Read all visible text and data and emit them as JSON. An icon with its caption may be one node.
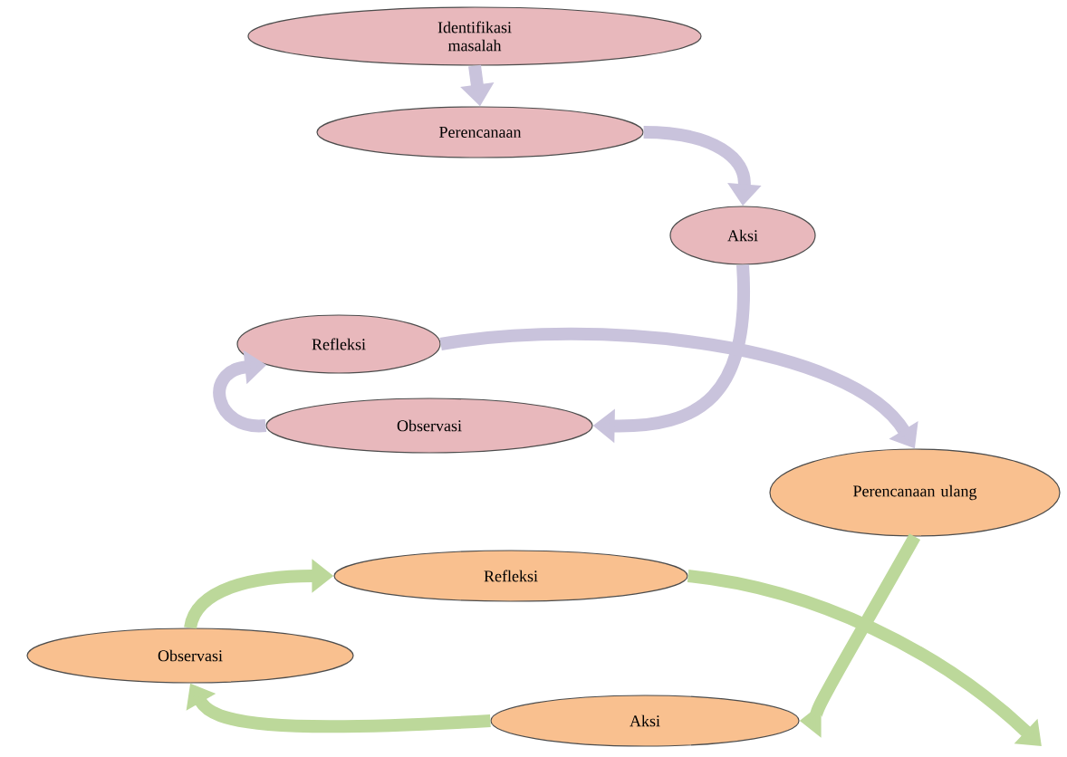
{
  "diagram": {
    "nodes": [
      {
        "text": [
          "Identifikasi masalah"
        ]
      },
      {
        "text": [
          "Perencanaan"
        ]
      },
      {
        "text": [
          "Aksi"
        ]
      },
      {
        "text": [
          "Refleksi"
        ]
      },
      {
        "text": [
          "Observasi"
        ]
      },
      {
        "text": [
          "Perencanaan ulang"
        ]
      },
      {
        "text": [
          "Refleksi"
        ]
      },
      {
        "text": [
          "Observasi"
        ]
      },
      {
        "text": [
          "Aksi"
        ]
      }
    ],
    "edges": [
      {
        "from": 0,
        "to": 1,
        "arrow": "to",
        "color": "#c9c3dc"
      },
      {
        "from": 1,
        "to": 2,
        "arrow": "to",
        "color": "#c9c3dc"
      },
      {
        "from": 2,
        "to": 4,
        "arrow": "to",
        "color": "#c9c3dc"
      },
      {
        "from": 4,
        "to": 3,
        "arrow": "to",
        "color": "#c9c3dc"
      },
      {
        "from": 3,
        "to": 5,
        "arrow": "to",
        "color": "#c9c3dc"
      },
      {
        "from": 5,
        "to": 8,
        "arrow": "to",
        "color": "#bcd89a"
      },
      {
        "from": 8,
        "to": 7,
        "arrow": "to",
        "color": "#bcd89a"
      },
      {
        "from": 7,
        "to": 6,
        "arrow": "to",
        "color": "#bcd89a"
      },
      {
        "from": 6,
        "to": null,
        "arrow": "to",
        "color": "#bcd89a"
      }
    ]
  }
}
